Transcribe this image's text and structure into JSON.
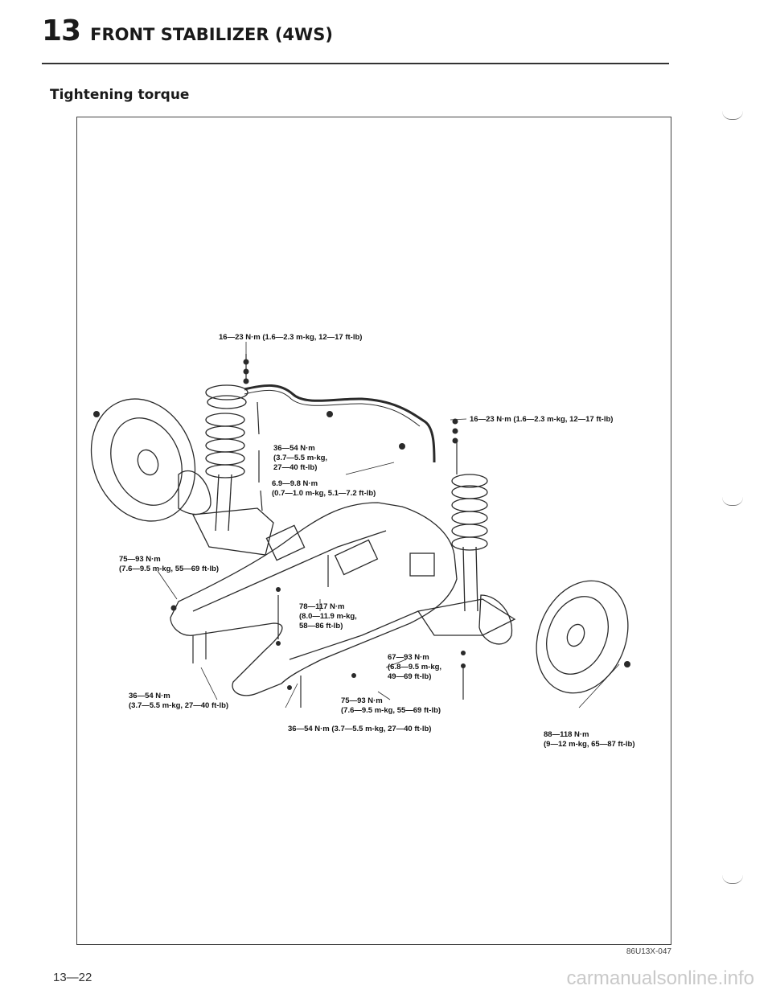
{
  "header": {
    "chapter_number": "13",
    "section_title": "FRONT STABILIZER (4WS)"
  },
  "subheading": "Tightening torque",
  "figure": {
    "code": "86U13X-047",
    "torques": {
      "top_left": "16—23 N·m (1.6—2.3 m-kg, 12—17 ft-lb)",
      "top_right": "16—23 N·m (1.6—2.3 m-kg, 12—17 ft-lb)",
      "bracket": [
        "36—54 N·m",
        "(3.7—5.5 m-kg,",
        "27—40 ft-lb)"
      ],
      "link": [
        "6.9—9.8 N·m",
        "(0.7—1.0 m-kg, 5.1—7.2 ft-lb)"
      ],
      "left_crossmember": [
        "75—93 N·m",
        "(7.6—9.5 m-kg, 55—69 ft-lb)"
      ],
      "center_bolt": [
        "78—117 N·m",
        "(8.0—11.9 m-kg,",
        "58—86 ft-lb)"
      ],
      "right_mount": [
        "67—93 N·m",
        "(6.8—9.5 m-kg,",
        "49—69 ft-lb)"
      ],
      "lower_left": [
        "36—54 N·m",
        "(3.7—5.5 m-kg, 27—40 ft-lb)"
      ],
      "lower_center": [
        "75—93 N·m",
        "(7.6—9.5 m-kg, 55—69 ft-lb)"
      ],
      "bottom_center": "36—54 N·m (3.7—5.5 m-kg, 27—40 ft-lb)",
      "wheel_nut": [
        "88—118 N·m",
        "(9—12 m-kg, 65—87 ft-lb)"
      ]
    }
  },
  "footer": {
    "page_number": "13—22",
    "watermark": "carmanualsonline.info"
  }
}
